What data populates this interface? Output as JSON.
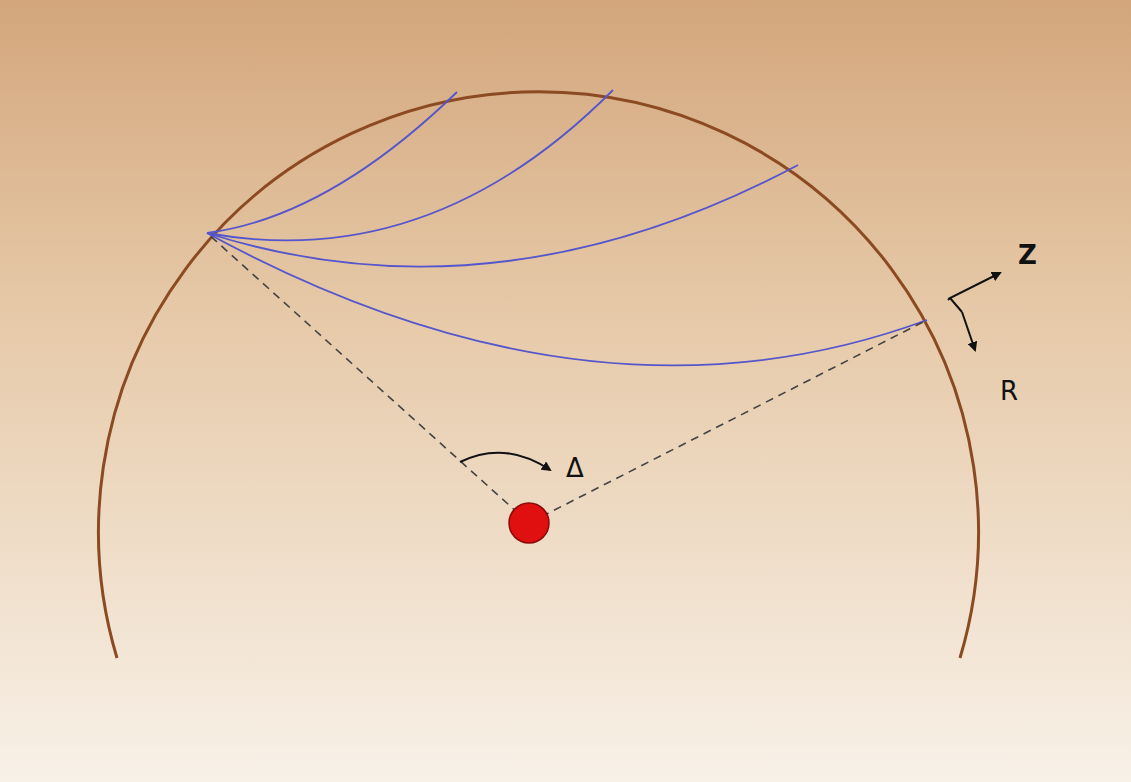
{
  "diagram": {
    "labels": [
      "Z",
      "R",
      "Δ"
    ]
  }
}
